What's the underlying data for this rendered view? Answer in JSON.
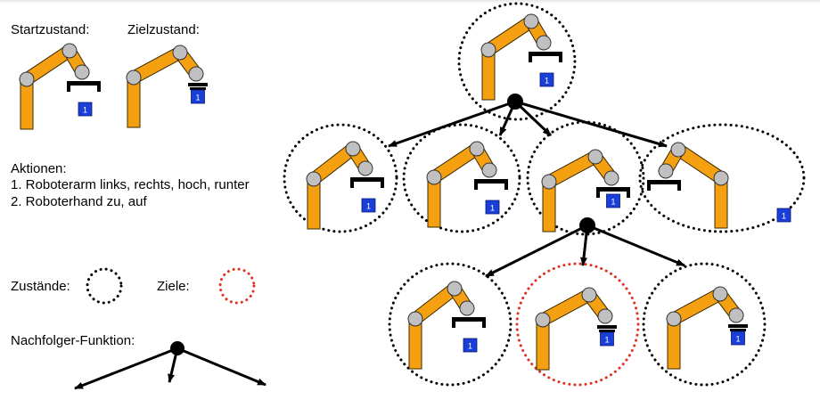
{
  "labels": {
    "start_state": "Startzustand:",
    "goal_state": "Zielzustand:",
    "actions_heading": "Aktionen:",
    "action_1": "1. Roboterarm links, rechts, hoch, runter",
    "action_2": "2. Roboterhand zu, auf",
    "states_legend": "Zustände:",
    "goals_legend": "Ziele:",
    "successor_legend": "Nachfolger-Funktion:"
  },
  "block_label": "1",
  "colors": {
    "arm": "#f5a011",
    "joint": "#c0c0c0",
    "block": "#1a3ed8",
    "state_border": "#000000",
    "goal_border": "#e0301e",
    "edge": "#000000"
  },
  "icons": [
    "robot-arm-icon",
    "block-icon",
    "state-circle-icon",
    "goal-circle-icon",
    "successor-node-icon"
  ]
}
